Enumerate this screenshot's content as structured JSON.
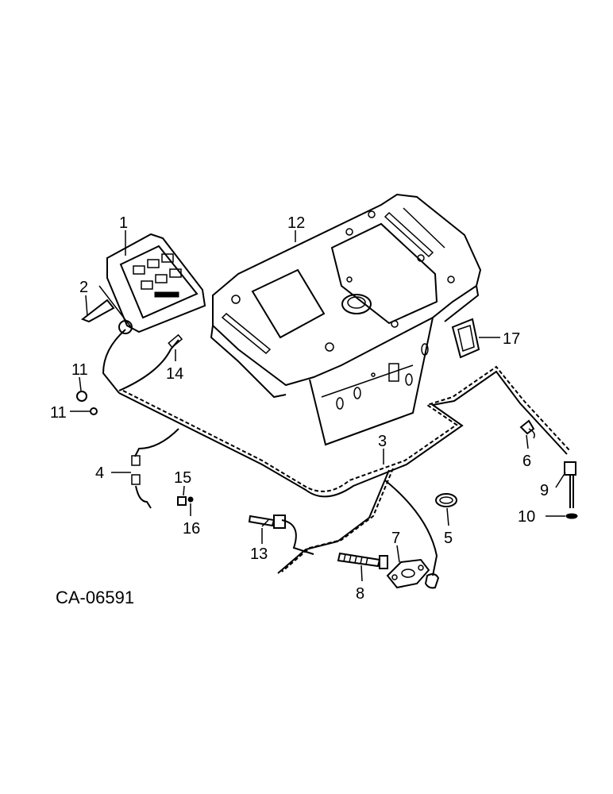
{
  "drawing_code": "CA-06591",
  "callouts": [
    {
      "id": "c1",
      "text": "1"
    },
    {
      "id": "c2",
      "text": "2"
    },
    {
      "id": "c3",
      "text": "3"
    },
    {
      "id": "c4",
      "text": "4"
    },
    {
      "id": "c5",
      "text": "5"
    },
    {
      "id": "c6",
      "text": "6"
    },
    {
      "id": "c7",
      "text": "7"
    },
    {
      "id": "c8",
      "text": "8"
    },
    {
      "id": "c9",
      "text": "9"
    },
    {
      "id": "c10",
      "text": "10"
    },
    {
      "id": "c11a",
      "text": "11"
    },
    {
      "id": "c11b",
      "text": "11"
    },
    {
      "id": "c12",
      "text": "12"
    },
    {
      "id": "c13",
      "text": "13"
    },
    {
      "id": "c14",
      "text": "14"
    },
    {
      "id": "c15",
      "text": "15"
    },
    {
      "id": "c16",
      "text": "16"
    },
    {
      "id": "c17",
      "text": "17"
    }
  ]
}
